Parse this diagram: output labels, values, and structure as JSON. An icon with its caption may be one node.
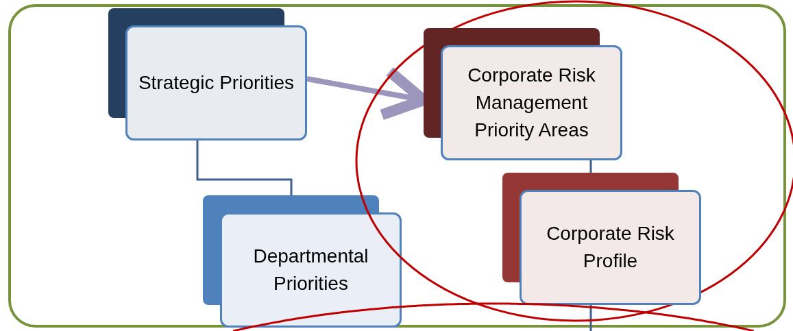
{
  "diagram": {
    "nodes": [
      {
        "text": [
          "Strategic Priorities"
        ]
      },
      {
        "text": [
          "Corporate Risk Management Priority Areas"
        ],
        "in": 4
      },
      {
        "text": [
          "Departmental Priorities"
        ]
      },
      {
        "text": [
          "Corporate Risk Profile"
        ],
        "in": 4
      },
      {
        "text": [],
        "shape": "ellipse"
      },
      {
        "text": [],
        "shape": "ellipse"
      }
    ],
    "edges": [
      {
        "from": 0,
        "to": 1,
        "arrow": "to",
        "style": "thick",
        "color": "#9c96bc"
      },
      {
        "from": 0,
        "to": 2,
        "arrow": "none"
      },
      {
        "from": 1,
        "to": 3,
        "arrow": "none"
      },
      {
        "from": 3,
        "to": 5,
        "arrow": "none"
      }
    ]
  }
}
